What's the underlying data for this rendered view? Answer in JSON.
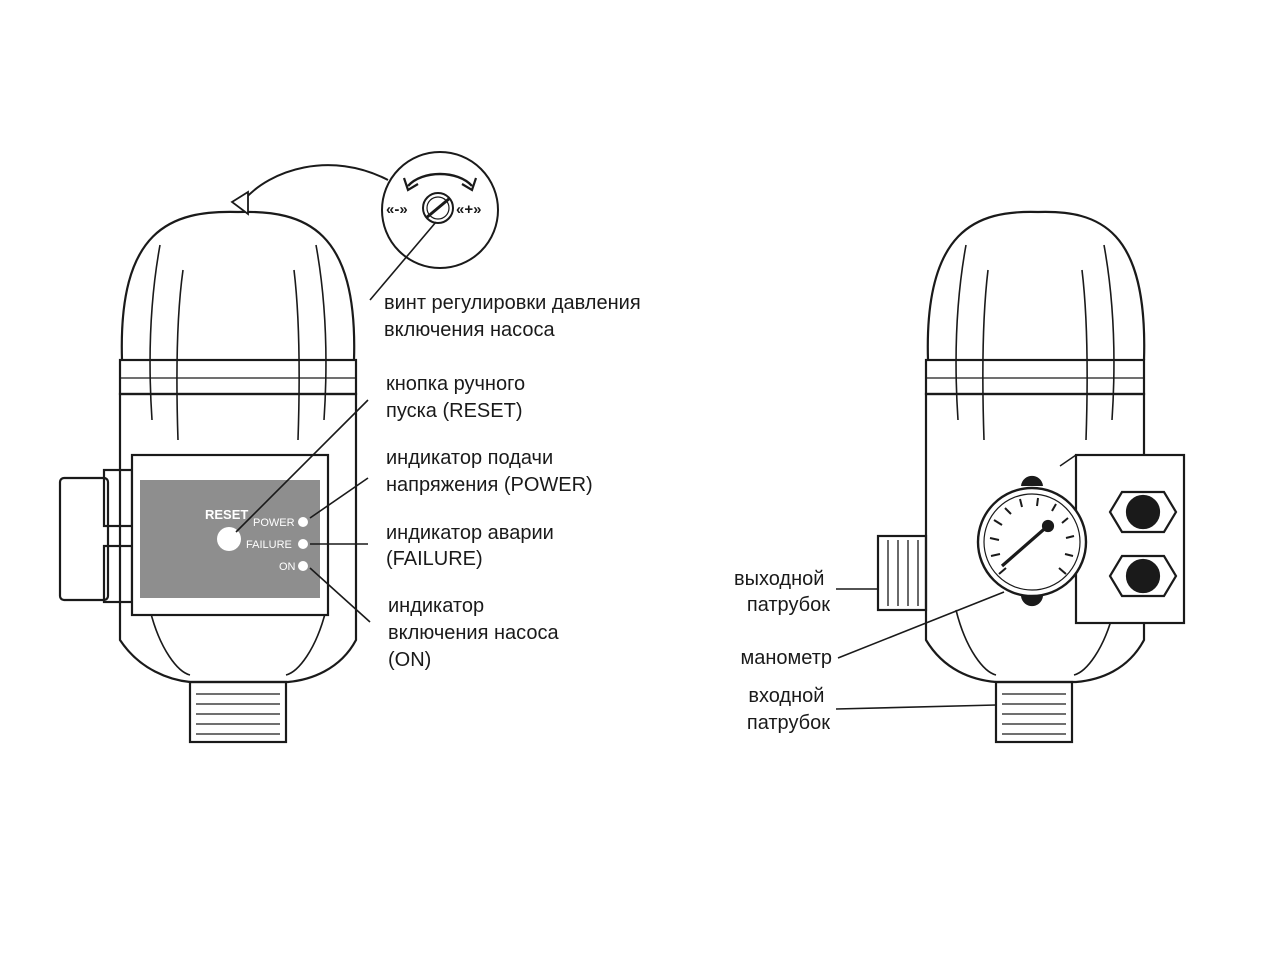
{
  "colors": {
    "ink": "#1a1a1a",
    "panel": "#8e8e8e",
    "paper": "#ffffff"
  },
  "dial": {
    "minus": "«-»",
    "plus": "«+»"
  },
  "panel": {
    "reset": "RESET",
    "power": "POWER",
    "failure": "FAILURE",
    "on": "ON"
  },
  "labels": {
    "screw": [
      "винт регулировки давления",
      "включения насоса"
    ],
    "reset_button": [
      "кнопка ручного",
      "пуска (RESET)"
    ],
    "power_indicator": [
      "индикатор подачи",
      "напряжения (POWER)"
    ],
    "failure_indicator": [
      "индикатор аварии",
      "(FAILURE)"
    ],
    "on_indicator": [
      "индикатор",
      "включения насоса",
      "(ON)"
    ],
    "outlet": [
      "выходной",
      "патрубок"
    ],
    "gauge": [
      "манометр"
    ],
    "inlet": [
      "входной",
      "патрубок"
    ]
  }
}
